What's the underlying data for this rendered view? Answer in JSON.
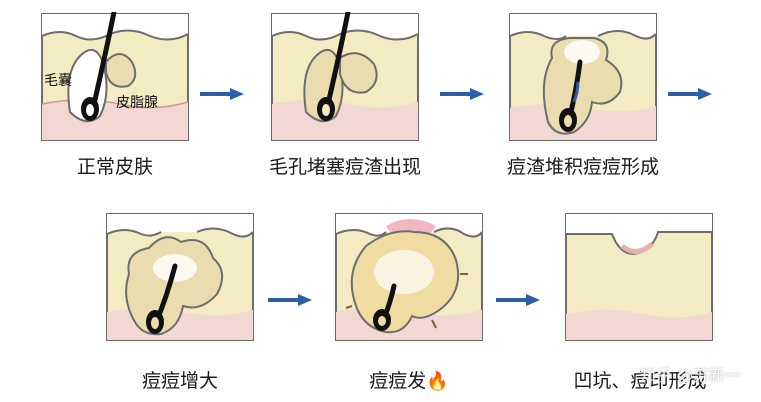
{
  "labels": {
    "follicle": "毛囊",
    "sebaceous_gland": "皮脂腺"
  },
  "stages": [
    {
      "caption": "正常皮肤"
    },
    {
      "caption": "毛孔堵塞痘渣出现"
    },
    {
      "caption": "痘渣堆积痘痘形成"
    },
    {
      "caption": "痘痘增大"
    },
    {
      "caption": "痘痘发"
    },
    {
      "caption": "凹坑、痘印形成"
    }
  ],
  "watermark": "知乎 @苏新一",
  "colors": {
    "skin": "#f3ecc2",
    "skin_top": "#f7f1d0",
    "dermis": "#f2d7d2",
    "outline": "#6d6d6d",
    "gland": "#eadcae",
    "hair": "#111111",
    "arrow": "#2d5fa6"
  }
}
